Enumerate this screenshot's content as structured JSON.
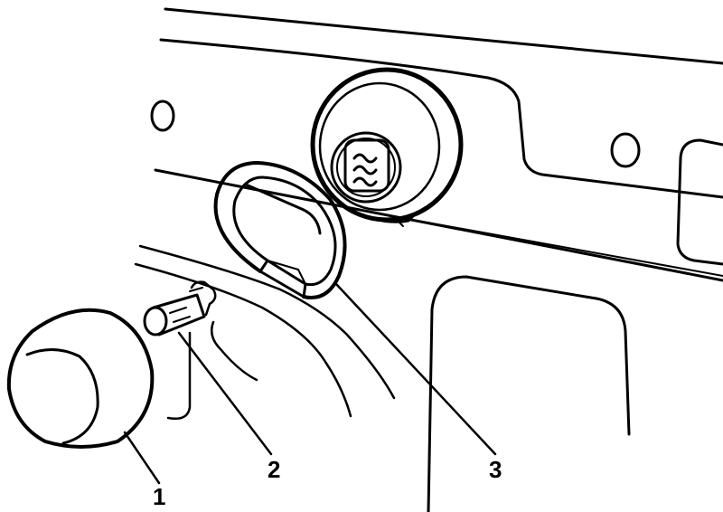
{
  "diagram": {
    "callouts": [
      {
        "number": "1"
      },
      {
        "number": "2"
      },
      {
        "number": "3"
      }
    ],
    "colors": {
      "line": "#000000",
      "background": "#ffffff"
    }
  }
}
